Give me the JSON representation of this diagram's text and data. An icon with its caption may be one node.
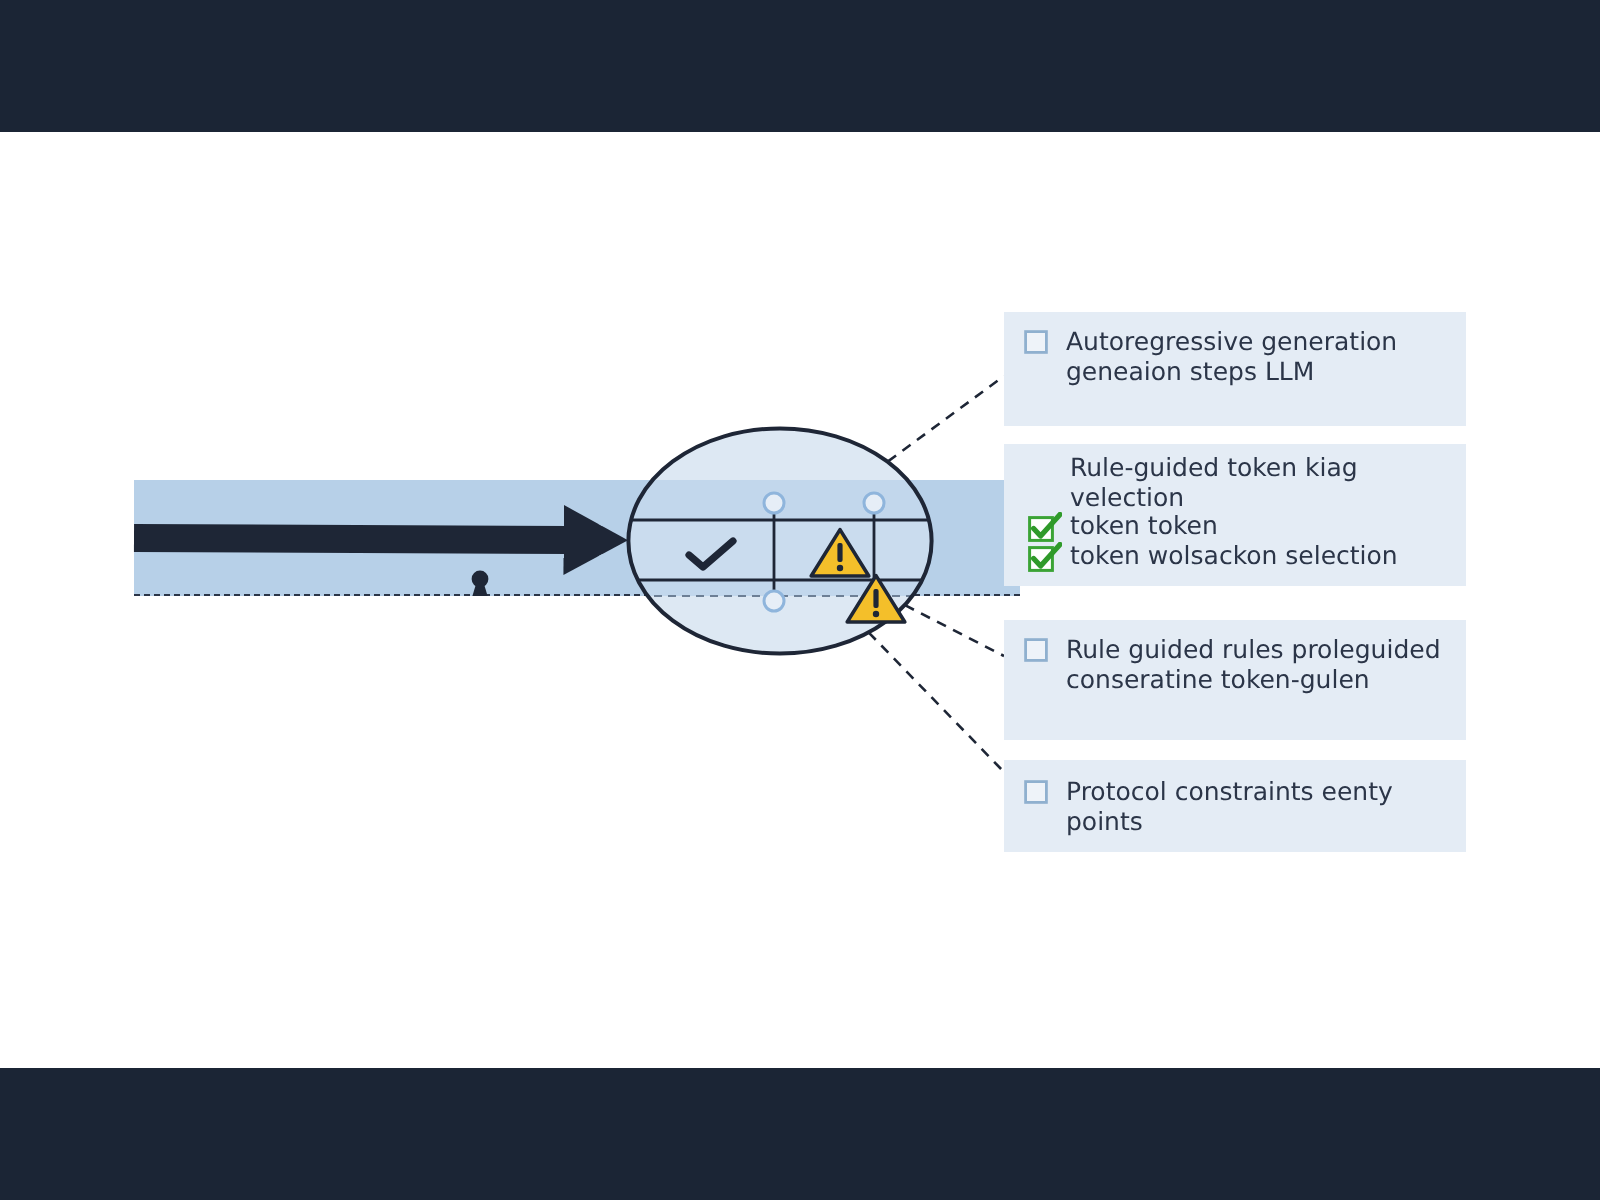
{
  "diagram": {
    "nodes": [
      {
        "text": [],
        "shape": "bar"
      },
      {
        "text": [],
        "shape": "circle"
      },
      {
        "text": [
          "Autoregressive generation geneaion steps LLM"
        ]
      },
      {
        "text": [
          "Rule-guided token kiag velection",
          "token token",
          "token wolsackon selection"
        ]
      },
      {
        "text": [
          "Rule guided rules proleguided conseratine token-gulen"
        ]
      },
      {
        "text": [
          "Protocol constraints eenty points"
        ]
      }
    ],
    "edges": [
      {
        "from": 0,
        "to": 1,
        "arrow": "to",
        "style": "thick"
      },
      {
        "from": 1,
        "to": 2,
        "arrow": "none",
        "style": "dashed"
      },
      {
        "from": 1,
        "to": 4,
        "arrow": "none",
        "style": "dashed"
      },
      {
        "from": 1,
        "to": 5,
        "arrow": "none",
        "style": "dashed"
      }
    ]
  }
}
